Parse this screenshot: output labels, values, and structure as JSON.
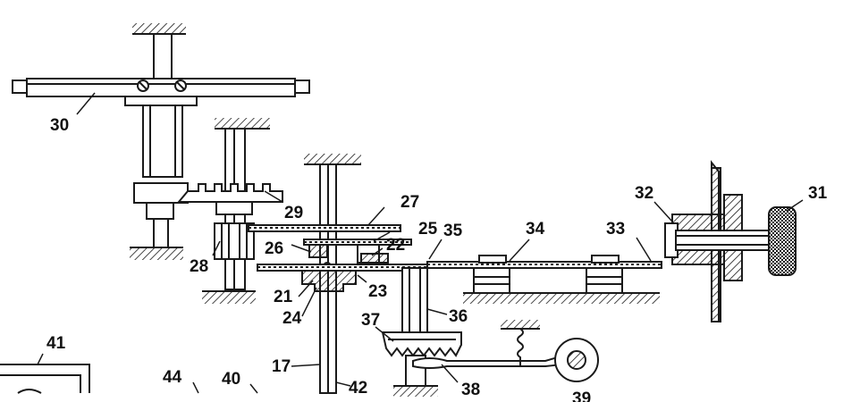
{
  "colors": {
    "ink": "#1a1a1a",
    "paper": "#ffffff"
  },
  "labels": {
    "l30": "30",
    "l29": "29",
    "l28": "28",
    "l27": "27",
    "l26": "26",
    "l25": "25",
    "l22": "22",
    "l35": "35",
    "l34": "34",
    "l33": "33",
    "l32": "32",
    "l31": "31",
    "l21": "21",
    "l23": "23",
    "l24": "24",
    "l37": "37",
    "l36": "36",
    "l41": "41",
    "l44": "44",
    "l40": "40",
    "l17": "17",
    "l42": "42",
    "l38": "38",
    "l39": "39"
  }
}
